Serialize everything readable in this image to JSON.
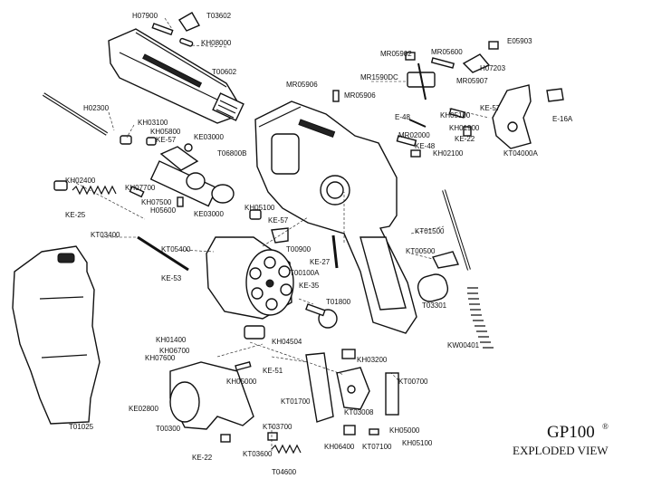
{
  "title": {
    "main": "GP100",
    "reg": "®",
    "sub": "EXPLODED VIEW"
  },
  "labels": [
    {
      "id": "H07900",
      "text": "H07900"
    },
    {
      "id": "T03602",
      "text": "T03602"
    },
    {
      "id": "KH08000",
      "text": "KH08000"
    },
    {
      "id": "T00602",
      "text": "T00602"
    },
    {
      "id": "H02300",
      "text": "H02300"
    },
    {
      "id": "KH03100",
      "text": "KH03100"
    },
    {
      "id": "KH05800",
      "text": "KH05800"
    },
    {
      "id": "KE57a",
      "text": "KE-57"
    },
    {
      "id": "KE03000a",
      "text": "KE03000"
    },
    {
      "id": "T06800B",
      "text": "T06800B"
    },
    {
      "id": "KH02400",
      "text": "KH02400"
    },
    {
      "id": "KH07700",
      "text": "KH07700"
    },
    {
      "id": "KH07500",
      "text": "KH07500"
    },
    {
      "id": "H05600",
      "text": "H05600"
    },
    {
      "id": "KE03000b",
      "text": "KE03000"
    },
    {
      "id": "KE25",
      "text": "KE-25"
    },
    {
      "id": "KT03400",
      "text": "KT03400"
    },
    {
      "id": "KT05400",
      "text": "KT05400"
    },
    {
      "id": "KE53",
      "text": "KE-53"
    },
    {
      "id": "T01025",
      "text": "T01025"
    },
    {
      "id": "MR05906a",
      "text": "MR05906"
    },
    {
      "id": "MR05906b",
      "text": "MR05906"
    },
    {
      "id": "MR05902",
      "text": "MR05902"
    },
    {
      "id": "MR05600",
      "text": "MR05600"
    },
    {
      "id": "MR1590DC",
      "text": "MR1590DC"
    },
    {
      "id": "E05903",
      "text": "E05903"
    },
    {
      "id": "H07203",
      "text": "H07203"
    },
    {
      "id": "MR05907",
      "text": "MR05907"
    },
    {
      "id": "KE57b",
      "text": "KE-57"
    },
    {
      "id": "KH05100a",
      "text": "KH05100"
    },
    {
      "id": "KH01900",
      "text": "KH01900"
    },
    {
      "id": "KE22a",
      "text": "KE-22"
    },
    {
      "id": "E16A",
      "text": "E-16A"
    },
    {
      "id": "KT04000A",
      "text": "KT04000A"
    },
    {
      "id": "E48a",
      "text": "E-48"
    },
    {
      "id": "MR02000",
      "text": "MR02000"
    },
    {
      "id": "KE48",
      "text": "KE-48"
    },
    {
      "id": "KH02100",
      "text": "KH02100"
    },
    {
      "id": "KH05100b",
      "text": "KH05100"
    },
    {
      "id": "KE57c",
      "text": "KE-57"
    },
    {
      "id": "T00900",
      "text": "T00900"
    },
    {
      "id": "KE27",
      "text": "KE-27"
    },
    {
      "id": "T00100A",
      "text": "T00100A"
    },
    {
      "id": "KE35",
      "text": "KE-35"
    },
    {
      "id": "T01800",
      "text": "T01800"
    },
    {
      "id": "KT01500",
      "text": "KT01500"
    },
    {
      "id": "KT00500",
      "text": "KT00500"
    },
    {
      "id": "T03301",
      "text": "T03301"
    },
    {
      "id": "KW00401",
      "text": "KW00401"
    },
    {
      "id": "KH01400",
      "text": "KH01400"
    },
    {
      "id": "KH06700",
      "text": "KH06700"
    },
    {
      "id": "KH07600",
      "text": "KH07600"
    },
    {
      "id": "KH04504",
      "text": "KH04504"
    },
    {
      "id": "KE51",
      "text": "KE-51"
    },
    {
      "id": "KH05000a",
      "text": "KH05000"
    },
    {
      "id": "KE02800",
      "text": "KE02800"
    },
    {
      "id": "T00300",
      "text": "T00300"
    },
    {
      "id": "KT03700",
      "text": "KT03700"
    },
    {
      "id": "KT03600",
      "text": "KT03600"
    },
    {
      "id": "KE22b",
      "text": "KE-22"
    },
    {
      "id": "T04600",
      "text": "T04600"
    },
    {
      "id": "KH03200",
      "text": "KH03200"
    },
    {
      "id": "KT01700",
      "text": "KT01700"
    },
    {
      "id": "KT00700",
      "text": "KT00700"
    },
    {
      "id": "KT03008",
      "text": "KT03008"
    },
    {
      "id": "KH05000b",
      "text": "KH05000"
    },
    {
      "id": "KH06400",
      "text": "KH06400"
    },
    {
      "id": "KT07100",
      "text": "KT07100"
    },
    {
      "id": "KH05100c",
      "text": "KH05100"
    }
  ]
}
